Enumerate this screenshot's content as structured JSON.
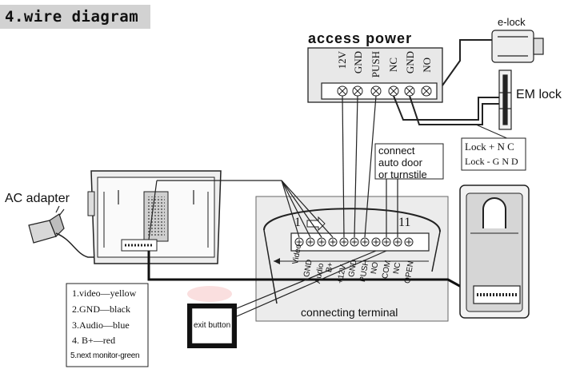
{
  "title": "4.wire diagram",
  "access_power": {
    "label": "access power",
    "terminals": [
      "12V",
      "GND",
      "PUSH",
      "NC",
      "GND",
      "NO"
    ]
  },
  "e_lock": {
    "label": "e-lock"
  },
  "em_lock": {
    "label": "EM lock",
    "notes": [
      "Lock + N C",
      "Lock - G N D"
    ]
  },
  "ac_adapter": {
    "label": "AC adapter"
  },
  "connect_note": [
    "connect",
    "auto door",
    "or turnstile"
  ],
  "terminal_block": {
    "start_number": "1",
    "end_number": "11",
    "labels": [
      "Video",
      "GND",
      "Audio",
      "B+",
      "+12V",
      "GND",
      "PUSH",
      "NO",
      "COM",
      "NC",
      "OPEN"
    ],
    "caption": "connecting terminal"
  },
  "monitor_wiring": [
    "1.video—yellow",
    "2.GND—black",
    "3.Audio—blue",
    "4. B+—red",
    "5.next monitor-green"
  ],
  "exit_button": {
    "label": "exit button"
  }
}
